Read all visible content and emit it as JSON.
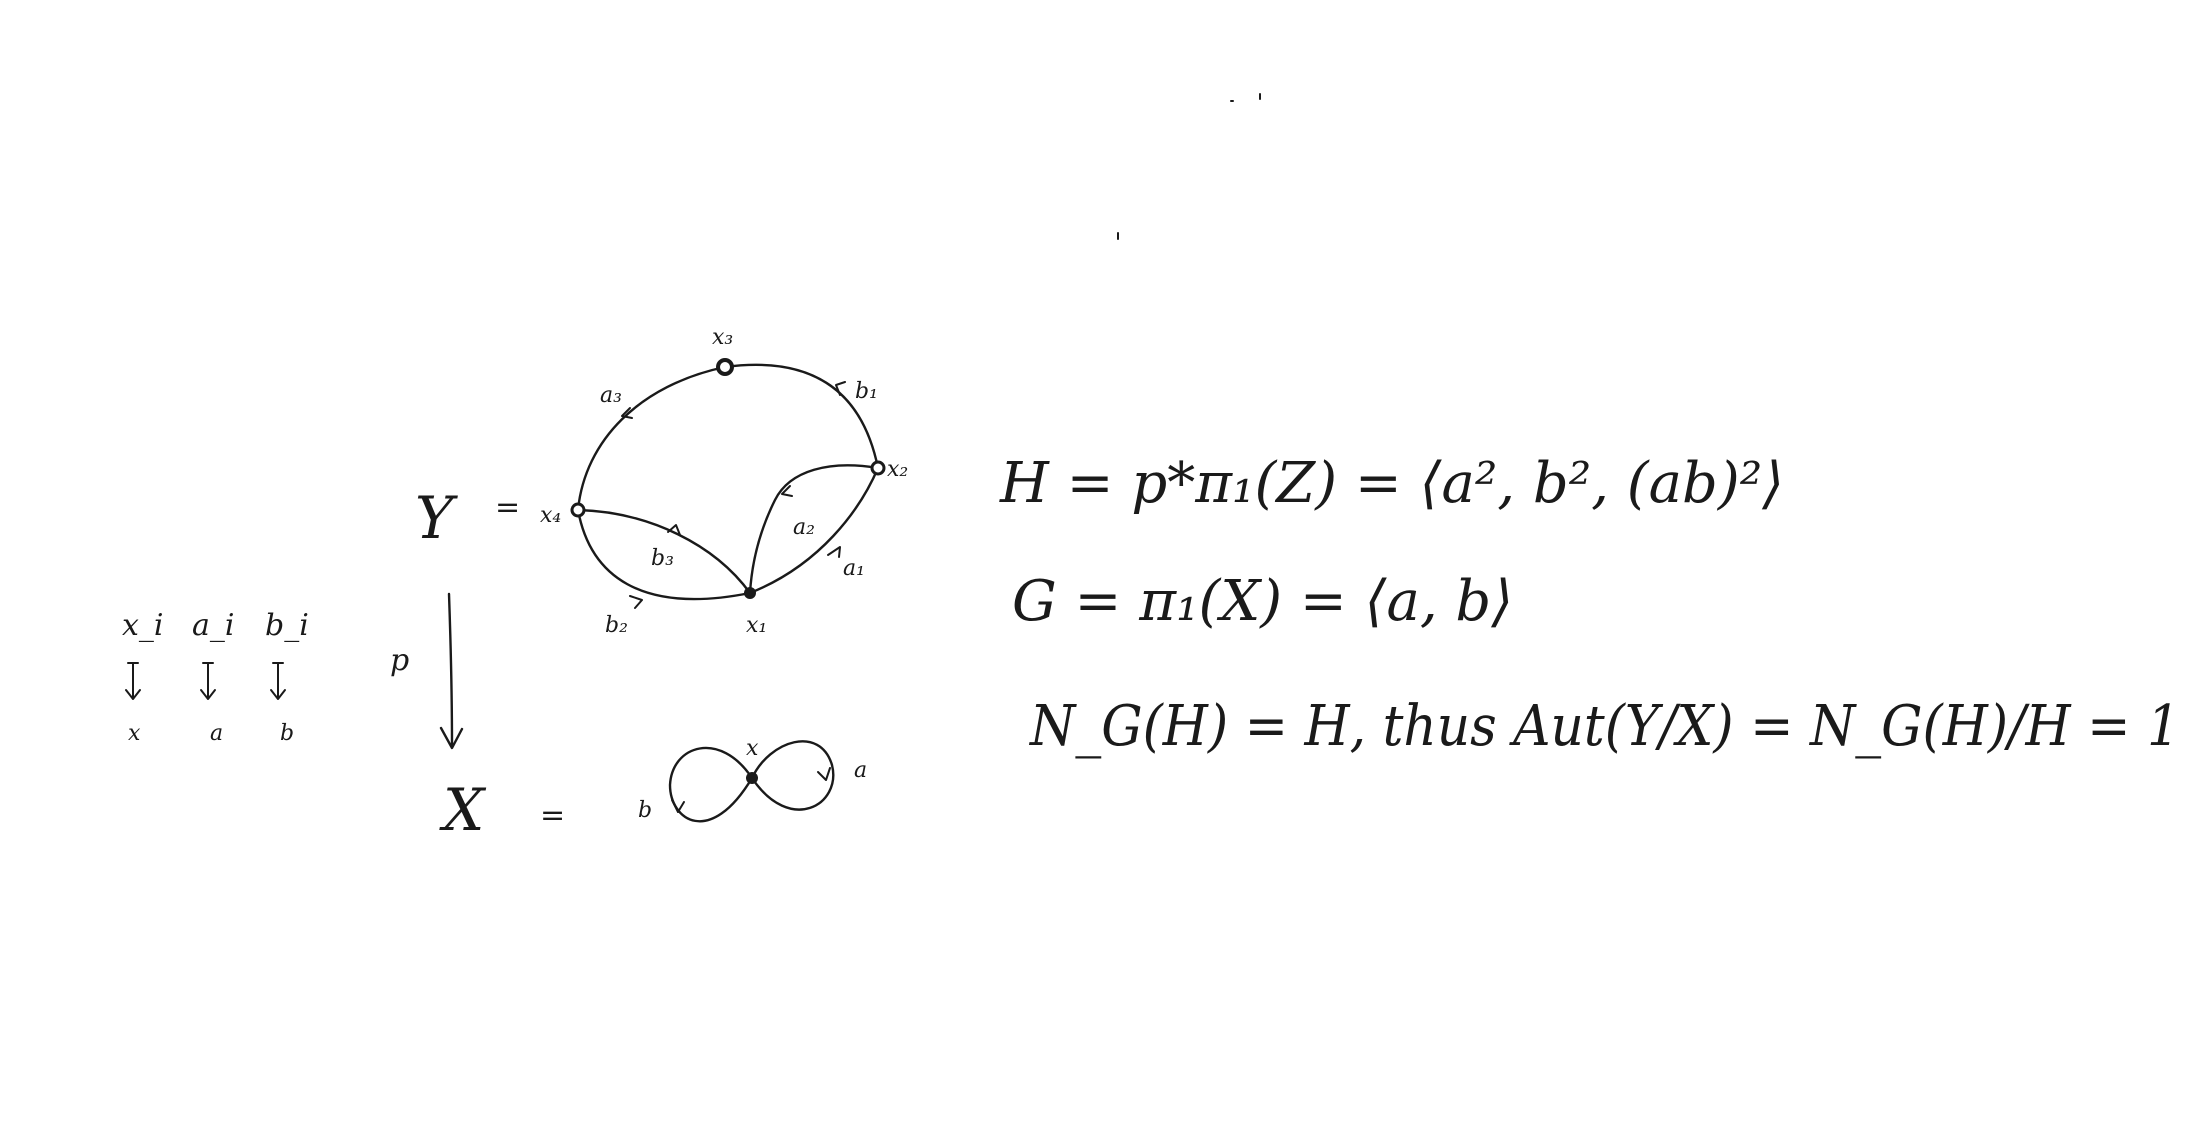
{
  "legend": {
    "headers": [
      "x_i",
      "a_i",
      "b_i"
    ],
    "targets": [
      "x",
      "a",
      "b"
    ]
  },
  "covering": {
    "Y_label": "Y",
    "X_label": "X",
    "equals": "=",
    "map_label": "p"
  },
  "Y_graph": {
    "vertices": [
      "x₁",
      "x₂",
      "x₃",
      "x₄"
    ],
    "edges": [
      "a₁",
      "a₂",
      "a₃",
      "b₁",
      "b₂",
      "b₃"
    ]
  },
  "X_graph": {
    "vertex": "x",
    "loops": [
      "a",
      "b"
    ]
  },
  "equations": {
    "H": "H = p*π₁(Z) = ⟨a², b², (ab)²⟩",
    "G": "G = π₁(X) = ⟨a, b⟩",
    "conclusion": "N_G(H) = H,  thus  Aut(Y/X) = N_G(H)/H = 1"
  }
}
